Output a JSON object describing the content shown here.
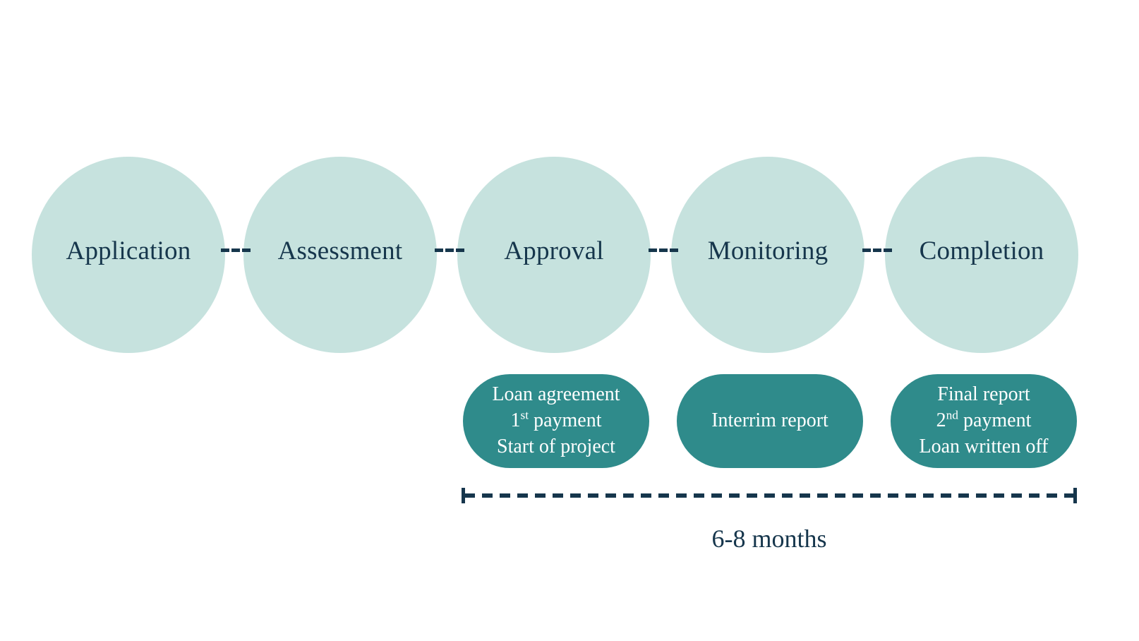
{
  "diagram": {
    "title_text": "",
    "colors": {
      "circle_fill": "#c6e2de",
      "pill_fill": "#2f8b8b",
      "text_navy": "#16364c",
      "text_white": "#ffffff",
      "background": "#ffffff"
    },
    "stages": [
      {
        "label": "Application"
      },
      {
        "label": "Assessment"
      },
      {
        "label": "Approval"
      },
      {
        "label": "Monitoring"
      },
      {
        "label": "Completion"
      }
    ],
    "connectors": [
      {
        "name": "application-to-assessment"
      },
      {
        "name": "assessment-to-approval"
      },
      {
        "name": "approval-to-monitoring"
      },
      {
        "name": "monitoring-to-completion"
      }
    ],
    "deliverables": [
      {
        "stage": "Approval",
        "lines": [
          {
            "text": "Loan agreement",
            "sup": ""
          },
          {
            "text": "1",
            "sup": "st",
            "rest": " payment"
          },
          {
            "text": "Start of project",
            "sup": ""
          }
        ]
      },
      {
        "stage": "Monitoring",
        "lines": [
          {
            "text": "Interrim report",
            "sup": ""
          }
        ]
      },
      {
        "stage": "Completion",
        "lines": [
          {
            "text": "Final report",
            "sup": ""
          },
          {
            "text": "2",
            "sup": "nd",
            "rest": " payment"
          },
          {
            "text": "Loan written off",
            "sup": ""
          }
        ]
      }
    ],
    "timeline": {
      "label": "6-8 months",
      "spans_from": "Approval",
      "spans_to": "Completion"
    }
  }
}
